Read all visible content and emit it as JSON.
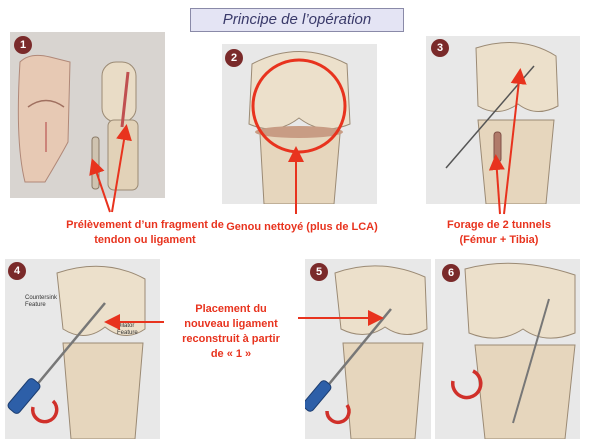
{
  "title": "Principe de l’opération",
  "panels": [
    {
      "number": "1"
    },
    {
      "number": "2"
    },
    {
      "number": "3"
    },
    {
      "number": "4",
      "labels": [
        "Countersink",
        "Feature",
        "Dilator",
        "Feature"
      ]
    },
    {
      "number": "5"
    },
    {
      "number": "6"
    }
  ],
  "captions": {
    "c1_line1": "Prélèvement d’un fragment de",
    "c1_line2": "tendon ou ligament",
    "c2": "Genou nettoyé (plus de LCA)",
    "c3_line1": "Forage de 2 tunnels",
    "c3_line2": "(Fémur + Tibia)",
    "c4_line1": "Placement du",
    "c4_line2": "nouveau ligament",
    "c4_line3": "reconstruit à partir",
    "c4_line4": "de « 1 »"
  },
  "colors": {
    "accent": "#e8331e",
    "bone": "#e9dcc6",
    "badge": "#7a2a2a"
  }
}
